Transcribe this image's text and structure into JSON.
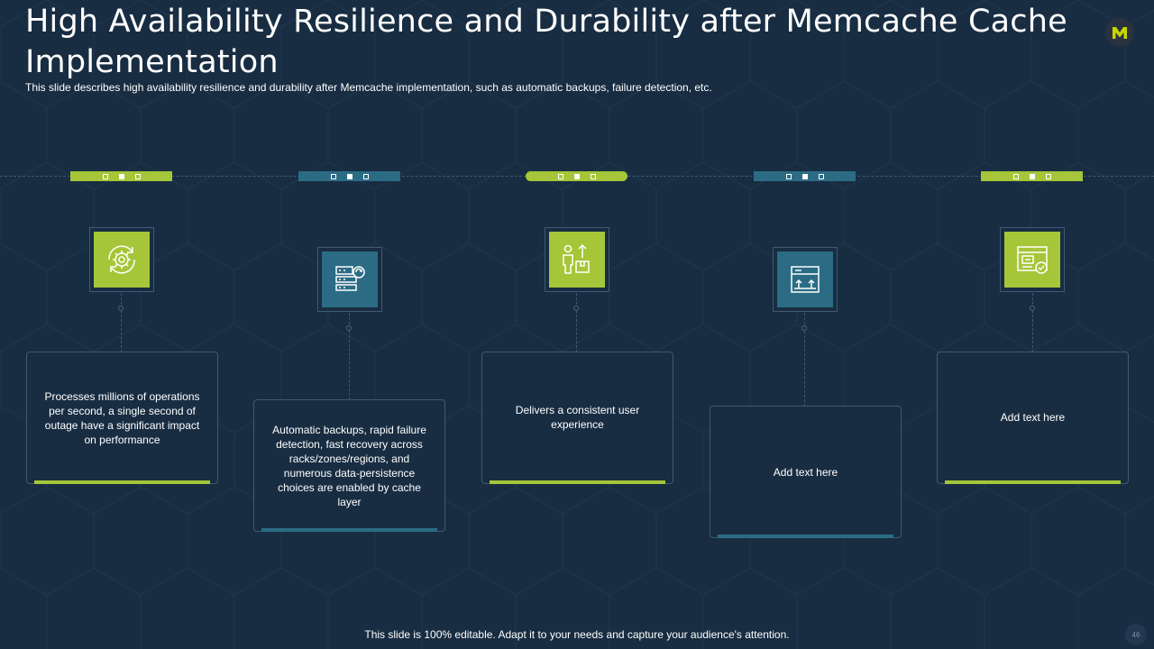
{
  "slide": {
    "title": "High Availability Resilience and Durability after Memcache Cache Implementation",
    "subtitle": "This slide describes high availability resilience and durability after Memcache implementation, such as automatic backups, failure detection, etc.",
    "footer": "This slide is 100% editable. Adapt it to your needs and capture your audience's attention.",
    "page_number": "46",
    "logo_letter": "M"
  },
  "steps": [
    {
      "icon": "gear-refresh-icon",
      "color": "green",
      "text": "Processes millions of operations per second, a single second of outage have a significant impact on performance"
    },
    {
      "icon": "server-backup-icon",
      "color": "blue",
      "text": "Automatic backups, rapid failure detection, fast recovery across racks/zones/regions, and numerous data-persistence choices are enabled by cache layer"
    },
    {
      "icon": "user-delivery-icon",
      "color": "green",
      "text": "Delivers  a consistent user experience"
    },
    {
      "icon": "box-upload-icon",
      "color": "blue",
      "text": "Add text here"
    },
    {
      "icon": "browser-check-icon",
      "color": "green",
      "text": "Add text here"
    }
  ],
  "colors": {
    "background": "#182d42",
    "accent_green": "#a5c638",
    "accent_blue": "#2b6c84",
    "logo_yellow": "#c8d400"
  }
}
